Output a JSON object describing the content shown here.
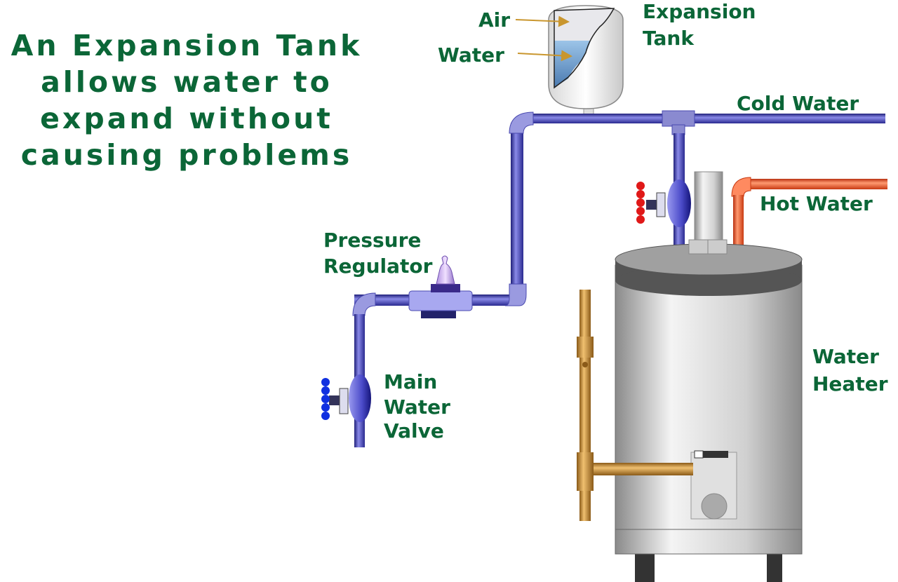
{
  "title": {
    "lines": [
      "An Expansion Tank",
      "allows water to",
      "expand without",
      "causing problems"
    ]
  },
  "labels": {
    "air": "Air",
    "water": "Water",
    "expansion_tank": [
      "Expansion",
      "Tank"
    ],
    "cold_water": "Cold Water",
    "hot_water": "Hot Water",
    "pressure_regulator": [
      "Pressure",
      "Regulator"
    ],
    "main_water_valve": [
      "Main",
      "Water",
      "Valve"
    ],
    "water_heater": [
      "Water",
      "Heater"
    ]
  },
  "colors": {
    "text": "#0b6637",
    "cold_pipe": "#3a3ab0",
    "hot_pipe": "#e0501e",
    "gas_pipe": "#c08a30",
    "arrow": "#c9962e",
    "shutoff_handle_hot": "#e01818",
    "shutoff_handle_main": "#1030e0"
  }
}
